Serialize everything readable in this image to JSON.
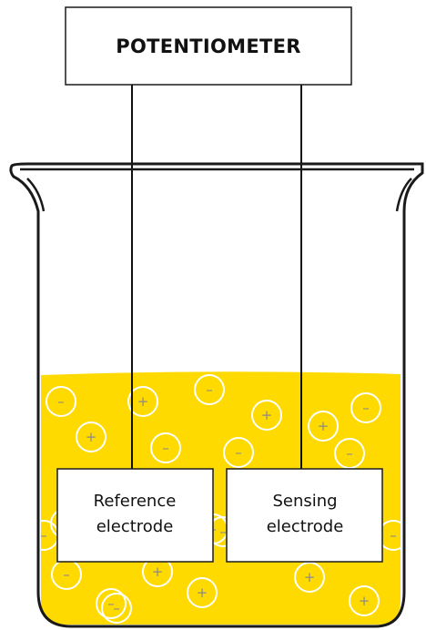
{
  "potentiometer": {
    "label": "POTENTIOMETER"
  },
  "electrodes": {
    "reference": {
      "line1": "Reference",
      "line2": "electrode"
    },
    "sensing": {
      "line1": "Sensing",
      "line2": "electrode"
    }
  },
  "ion_symbols": {
    "positive": "+",
    "negative": "–"
  },
  "colors": {
    "solution": "#FFDA00",
    "beaker_outline": "#1a1a1a",
    "ion_outline": "#ffffff",
    "ion_sign": "#8a8a8a"
  },
  "ions": [
    {
      "type": "negative"
    },
    {
      "type": "positive"
    },
    {
      "type": "negative"
    },
    {
      "type": "positive"
    },
    {
      "type": "negative"
    },
    {
      "type": "positive"
    },
    {
      "type": "negative"
    },
    {
      "type": "negative"
    },
    {
      "type": "positive"
    },
    {
      "type": "negative"
    },
    {
      "type": "negative"
    },
    {
      "type": "positive"
    },
    {
      "type": "negative"
    },
    {
      "type": "positive"
    },
    {
      "type": "positive"
    },
    {
      "type": "negative"
    },
    {
      "type": "positive"
    },
    {
      "type": "negative"
    },
    {
      "type": "negative"
    },
    {
      "type": "negative"
    },
    {
      "type": "negative"
    },
    {
      "type": "negative"
    }
  ]
}
